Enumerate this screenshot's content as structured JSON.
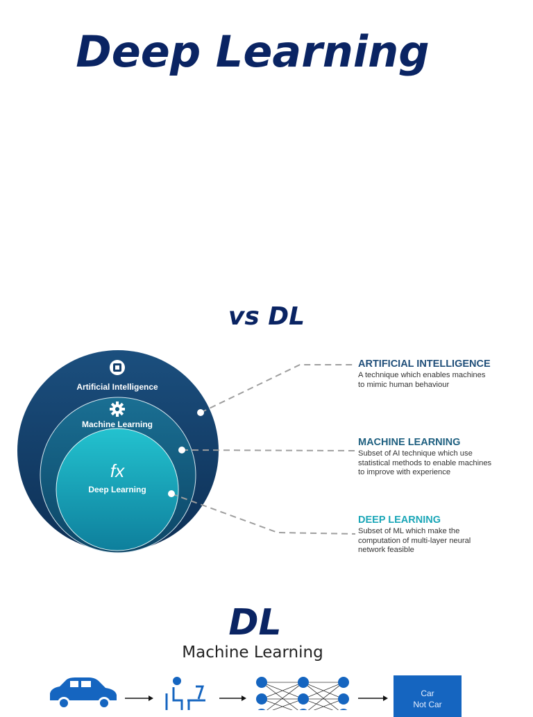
{
  "title": "Deep Learning",
  "subtitle": "vs DL",
  "section2_title": "DL",
  "section2_subtitle": "Machine Learning",
  "circles": {
    "ai_label": "Artificial Intelligence",
    "ml_label": "Machine Learning",
    "dl_label": "Deep Learning",
    "dl_symbol": "fx"
  },
  "descriptions": [
    {
      "heading": "ARTIFICIAL INTELLIGENCE",
      "lines": [
        "A technique which enables machines",
        "to mimic human behaviour"
      ]
    },
    {
      "heading": "MACHINE LEARNING",
      "lines": [
        "Subset of AI technique which use",
        "statistical methods to enable machines",
        "to improve with experience"
      ]
    },
    {
      "heading": "DEEP LEARNING",
      "lines": [
        "Subset of ML which make the",
        "computation of multi-layer neural",
        "network feasible"
      ]
    }
  ],
  "pipeline": {
    "output_labels": [
      "Car",
      "Not Car"
    ]
  },
  "colors": {
    "title": "#0a2463",
    "ai_heading": "#1f4e79",
    "ml_heading": "#1f6080",
    "dl_heading": "#1aa6b7",
    "ai_circle": "#123d6a",
    "ml_circle": "#0f5c80",
    "dl_circle": "#14a3b8",
    "pipeline_blue": "#1565c0"
  }
}
